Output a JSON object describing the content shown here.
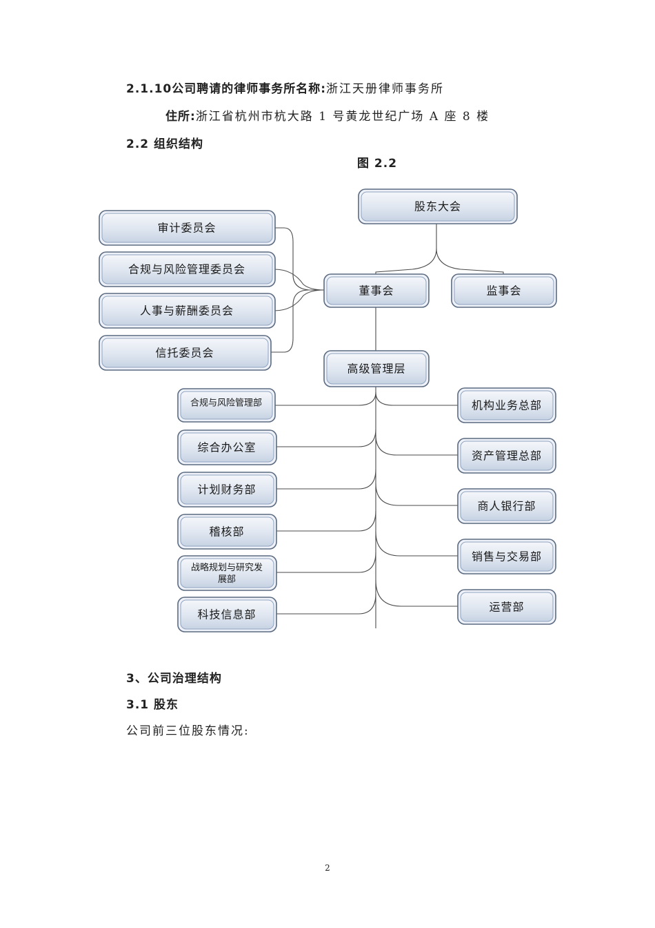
{
  "doc": {
    "lawfirm_label": "2.1.10公司聘请的律师事务所名称:",
    "lawfirm_value": "浙江天册律师事务所",
    "address_label": "住所:",
    "address_value": "浙江省杭州市杭大路 1 号黄龙世纪广场 A 座 8 楼",
    "section_org": "2.2 组织结构",
    "figure_title": "图 2.2",
    "section_governance": "3、公司治理结构",
    "section_shareholders": "3.1 股东",
    "shareholders_intro": "公司前三位股东情况:",
    "page_number": "2"
  },
  "org": {
    "shareholders_meeting": "股东大会",
    "board": "董事会",
    "supervisory_board": "监事会",
    "senior_management": "高级管理层",
    "committees": [
      "审计委员会",
      "合规与风险管理委员会",
      "人事与薪酬委员会",
      "信托委员会"
    ],
    "left_departments": [
      "合规与风险管理部",
      "综合办公室",
      "计划财务部",
      "稽核部",
      "战略规划与研究发展部",
      "科技信息部"
    ],
    "right_departments": [
      "机构业务总部",
      "资产管理总部",
      "商人银行部",
      "销售与交易部",
      "运营部"
    ]
  }
}
